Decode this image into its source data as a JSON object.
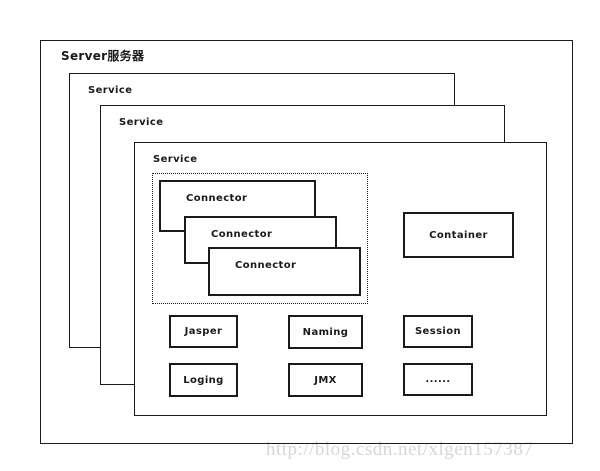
{
  "diagram": {
    "server": {
      "label": "Server服务器"
    },
    "services": [
      {
        "label": "Service"
      },
      {
        "label": "Service"
      },
      {
        "label": "Service"
      }
    ],
    "connectors": [
      {
        "label": "Connector"
      },
      {
        "label": "Connector"
      },
      {
        "label": "Connector"
      }
    ],
    "container": {
      "label": "Container"
    },
    "components": [
      {
        "label": "Jasper"
      },
      {
        "label": "Naming"
      },
      {
        "label": "Session"
      },
      {
        "label": "Loging"
      },
      {
        "label": "JMX"
      },
      {
        "label": "......"
      }
    ]
  },
  "watermark": {
    "text": "http://blog.csdn.net/xlgen157387"
  },
  "colors": {
    "line": "#1a1a1a",
    "box_fill": "#ffffff",
    "watermark_text": "#d6d6d2",
    "background": "#ffffff"
  }
}
